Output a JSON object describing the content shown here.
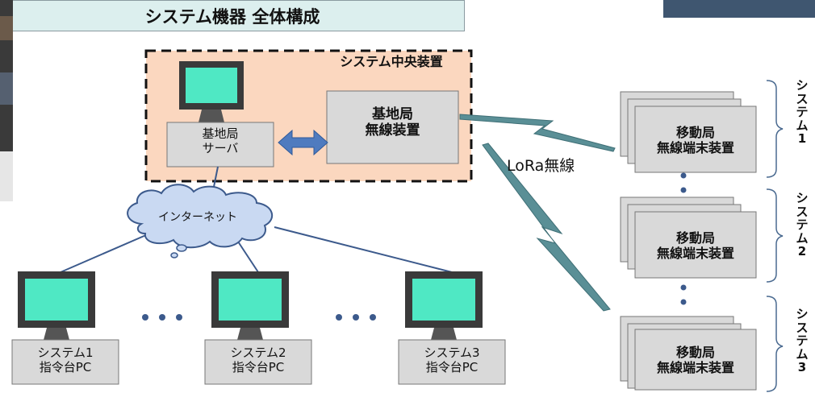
{
  "title": "システム機器 全体構成",
  "central": {
    "label": "システム中央装置",
    "server_line1": "基地局",
    "server_line2": "サーバ",
    "radio_line1": "基地局",
    "radio_line2": "無線装置"
  },
  "internet": "インターネット",
  "lora": "LoRa無線",
  "pcs": [
    {
      "line1": "システム1",
      "line2": "指令台PC"
    },
    {
      "line1": "システム2",
      "line2": "指令台PC"
    },
    {
      "line1": "システム3",
      "line2": "指令台PC"
    }
  ],
  "mobile": [
    {
      "line1": "移動局",
      "line2": "無線端末装置"
    },
    {
      "line1": "移動局",
      "line2": "無線端末装置"
    },
    {
      "line1": "移動局",
      "line2": "無線端末装置"
    }
  ],
  "systems_vertical": [
    "システム1",
    "システム2",
    "システム3"
  ],
  "colors": {
    "screen": "#4fe8c4",
    "central_fill": "#fbd7bf",
    "box_fill": "#d9d9d9",
    "bolt": "#5a8f96",
    "arrow": "#4f7bbf",
    "cloud": "#c9d9f2",
    "line": "#3c5a8c"
  }
}
